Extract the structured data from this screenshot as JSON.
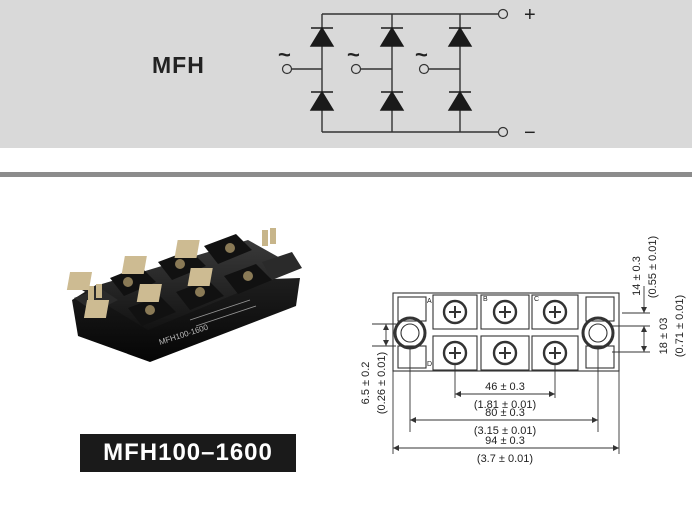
{
  "header": {
    "model": "MFH",
    "circuit": {
      "ac_symbol": "~",
      "dc_positive": "+",
      "dc_negative": "−"
    }
  },
  "product": {
    "part_number": "MFH100–1600",
    "printed_model": "MFH100-1600",
    "terminal_letters": [
      "A",
      "B",
      "C",
      "D"
    ]
  },
  "dimensions": {
    "d1": {
      "mm": "46 ± 0.3",
      "inch": "(1.81 ± 0.01)"
    },
    "d2": {
      "mm": "80 ± 0.3",
      "inch": "(3.15 ± 0.01)"
    },
    "d3": {
      "mm": "94 ± 0.3",
      "inch": "(3.7 ± 0.01)"
    },
    "d4": {
      "mm": "14 ± 0.3",
      "inch": "(0.55 ± 0.01)"
    },
    "d5": {
      "mm": "18 ± 03",
      "inch": "(0.71 ± 0.01)"
    },
    "d6": {
      "mm": "6.5 ± 0.2",
      "inch": "(0.26 ± 0.01)"
    }
  },
  "colors": {
    "header_bg": "#d9d9d9",
    "divider": "#8c8c8c",
    "label_bg": "#1a1a1a",
    "line": "#333333"
  }
}
